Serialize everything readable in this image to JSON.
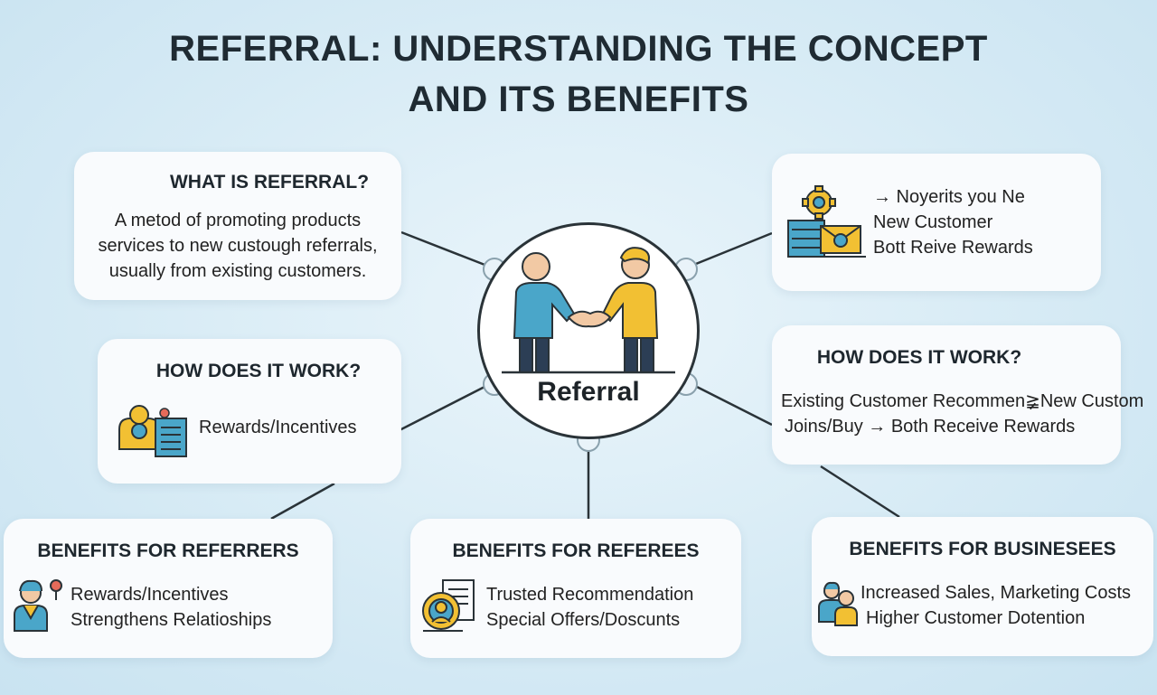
{
  "title_line1": "REFERRAL: UNDERSTANDING THE CONCEPT",
  "title_line2": "AND ITS BENEFITS",
  "hub": {
    "label": "Referral"
  },
  "what_is": {
    "heading": "WHAT IS REFERRAL?",
    "lines": [
      "A metod of promoting products",
      "services to new custough referrals,",
      "usually from existing customers."
    ]
  },
  "how_left": {
    "heading": "HOW DOES IT WORK?",
    "line": "Rewards/Incentives"
  },
  "new_customer": {
    "lines": [
      "→ Noyerits you Ne",
      "New Customer",
      "Bott Reive Rewards"
    ]
  },
  "how_right": {
    "heading": "HOW DOES IT WORK?",
    "lines": [
      "Existing Customer Recommen≩New Custom",
      "Joins/Buy → Both Receive Rewards"
    ]
  },
  "referrers": {
    "heading": "BENEFITS FOR REFERRERS",
    "lines": [
      "Rewards/Incentives",
      "Strengthens Relatioships"
    ]
  },
  "referees": {
    "heading": "BENEFITS FOR REFEREES",
    "lines": [
      "Trusted Recommendation",
      "Special Offers/Doscunts"
    ]
  },
  "businesses": {
    "heading": "BENEFITS FOR BUSINESEES",
    "lines": [
      "Increased Sales, Marketing Costs",
      "Higher Customer Dotention"
    ]
  },
  "colors": {
    "background": "#d7ebf5",
    "card": "#f9fbfd",
    "teal": "#4aa6c9",
    "yellow": "#f2c033",
    "navy": "#2c3e55"
  }
}
